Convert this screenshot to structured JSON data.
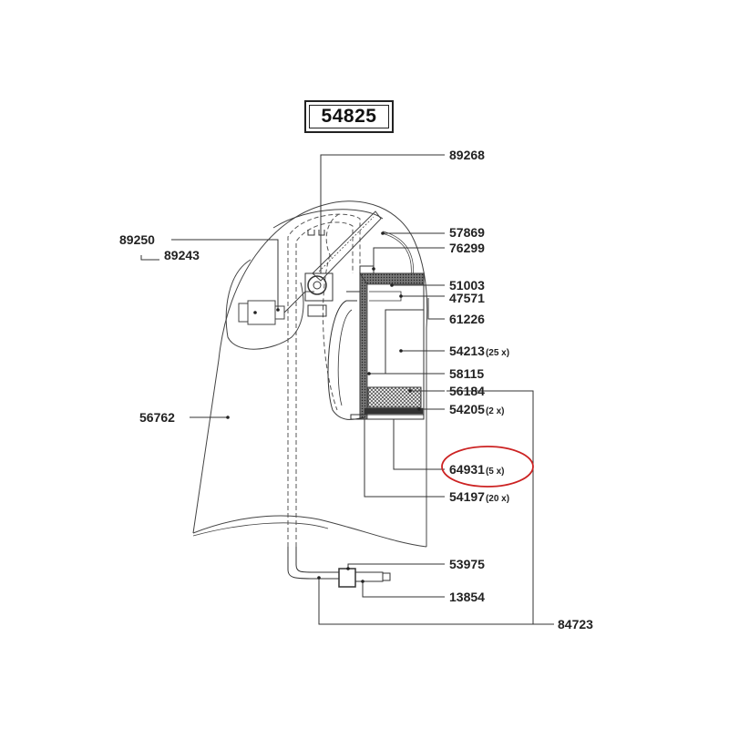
{
  "assembly_number": "54825",
  "parts": {
    "p89268": "89268",
    "p57869": "57869",
    "p76299": "76299",
    "p51003": "51003",
    "p47571": "47571",
    "p61226": "61226",
    "p54213": "54213",
    "p54213_qty": "(25 x)",
    "p58115": "58115",
    "p56184": "56184",
    "p54205": "54205",
    "p54205_qty": "(2 x)",
    "p64931": "64931",
    "p64931_qty": "(5 x)",
    "p54197": "54197",
    "p54197_qty": "(20 x)",
    "p53975": "53975",
    "p13854": "13854",
    "p84723": "84723",
    "p89250": "89250",
    "p89243": "89243",
    "p56762": "56762"
  },
  "colors": {
    "line": "#333333",
    "highlight": "#cc2222",
    "insulation": "#333333"
  }
}
